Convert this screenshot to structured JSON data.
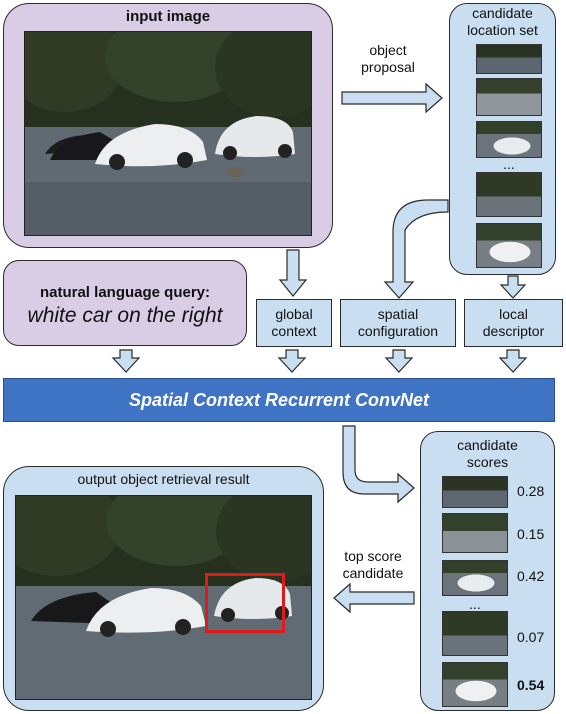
{
  "input_panel": {
    "title": "input image"
  },
  "arrow_object_proposal": {
    "line1": "object",
    "line2": "proposal"
  },
  "candidate_location_set": {
    "line1": "candidate",
    "line2": "location set",
    "ellipsis": "..."
  },
  "query_panel": {
    "title": "natural language query:",
    "query": "white car on the right"
  },
  "features": {
    "global": {
      "line1": "global",
      "line2": "context"
    },
    "spatial": {
      "line1": "spatial",
      "line2": "configuration"
    },
    "local": {
      "line1": "local",
      "line2": "descriptor"
    }
  },
  "network_bar": {
    "label": "Spatial Context Recurrent ConvNet"
  },
  "output_panel": {
    "title": "output object retrieval result"
  },
  "top_score_arrow": {
    "line1": "top score",
    "line2": "candidate"
  },
  "candidate_scores": {
    "line1": "candidate",
    "line2": "scores",
    "ellipsis": "...",
    "scores": [
      "0.28",
      "0.15",
      "0.42",
      "0.07",
      "0.54"
    ]
  },
  "colors": {
    "purple_panel": "#d9cde6",
    "blue_panel": "#c9def0",
    "network_bar": "#3f73c4",
    "highlight_box": "#e0191b"
  }
}
